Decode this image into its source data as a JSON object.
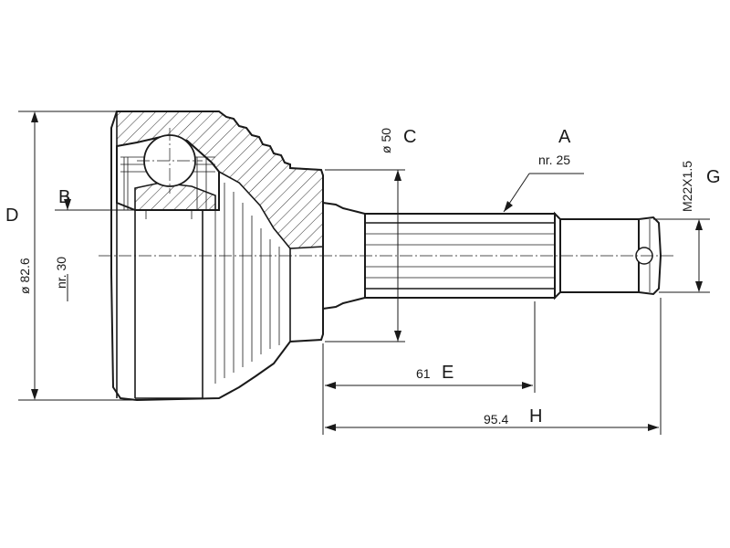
{
  "labels": {
    "A": "A",
    "B": "B",
    "C": "C",
    "D": "D",
    "E": "E",
    "G": "G",
    "H": "H"
  },
  "dimensions": {
    "spline_teeth": "nr. 25",
    "ring_teeth": "nr. 30",
    "seal_diameter": "ø 50",
    "outer_diameter": "ø 82.6",
    "thread": "M22X1.5",
    "length_E": "61",
    "length_H": "95.4"
  }
}
